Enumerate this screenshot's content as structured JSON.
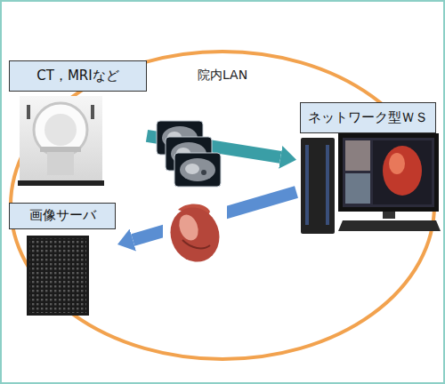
{
  "diagram": {
    "nodes": [
      {
        "text": [
          "CT，MRIなど"
        ]
      },
      {
        "text": [
          "ネットワーク型ＷＳ"
        ]
      },
      {
        "text": [
          "画像サーバ"
        ]
      }
    ],
    "edges": [
      {
        "from": 0,
        "to": 1,
        "arrow": "to"
      },
      {
        "from": 1,
        "to": 2,
        "arrow": "to"
      }
    ],
    "labels": [
      "院内LAN"
    ]
  }
}
